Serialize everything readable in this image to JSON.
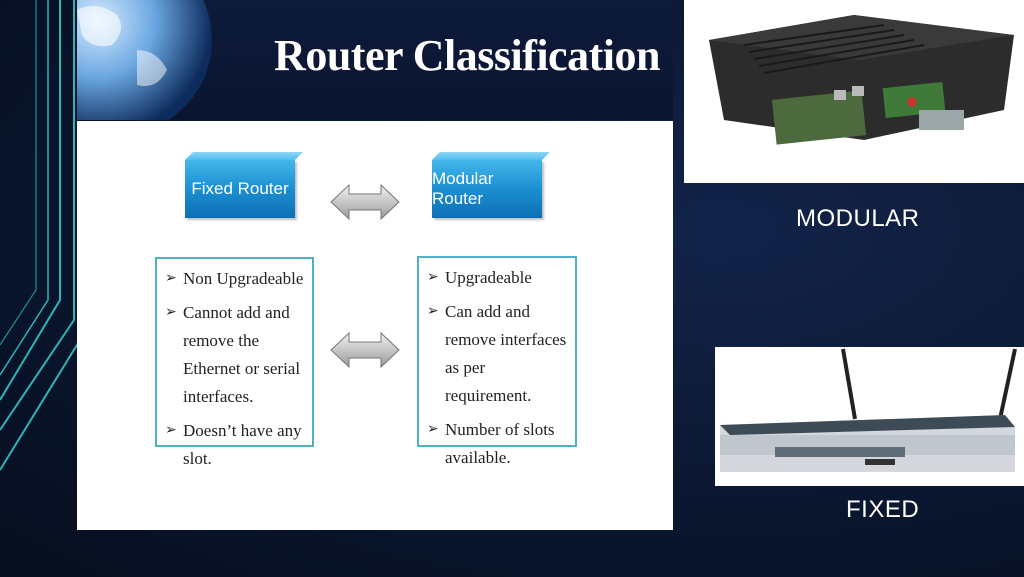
{
  "slide": {
    "title": "Router Classification",
    "fixed_router": {
      "label": "Fixed Router",
      "points": [
        "Non Upgradeable",
        "Cannot add and remove the Ethernet or serial interfaces.",
        "Doesn’t have any slot."
      ]
    },
    "modular_router": {
      "label": "Modular Router",
      "points": [
        "Upgradeable",
        "Can add and remove interfaces as per requirement.",
        "Number of slots available."
      ]
    }
  },
  "captions": {
    "modular": "MODULAR",
    "fixed": "FIXED"
  },
  "colors": {
    "background": "#0b1730",
    "label_blue": "#1b8fd2",
    "box_border": "#4fb0c8",
    "deco_line": "#2bb5b8"
  }
}
